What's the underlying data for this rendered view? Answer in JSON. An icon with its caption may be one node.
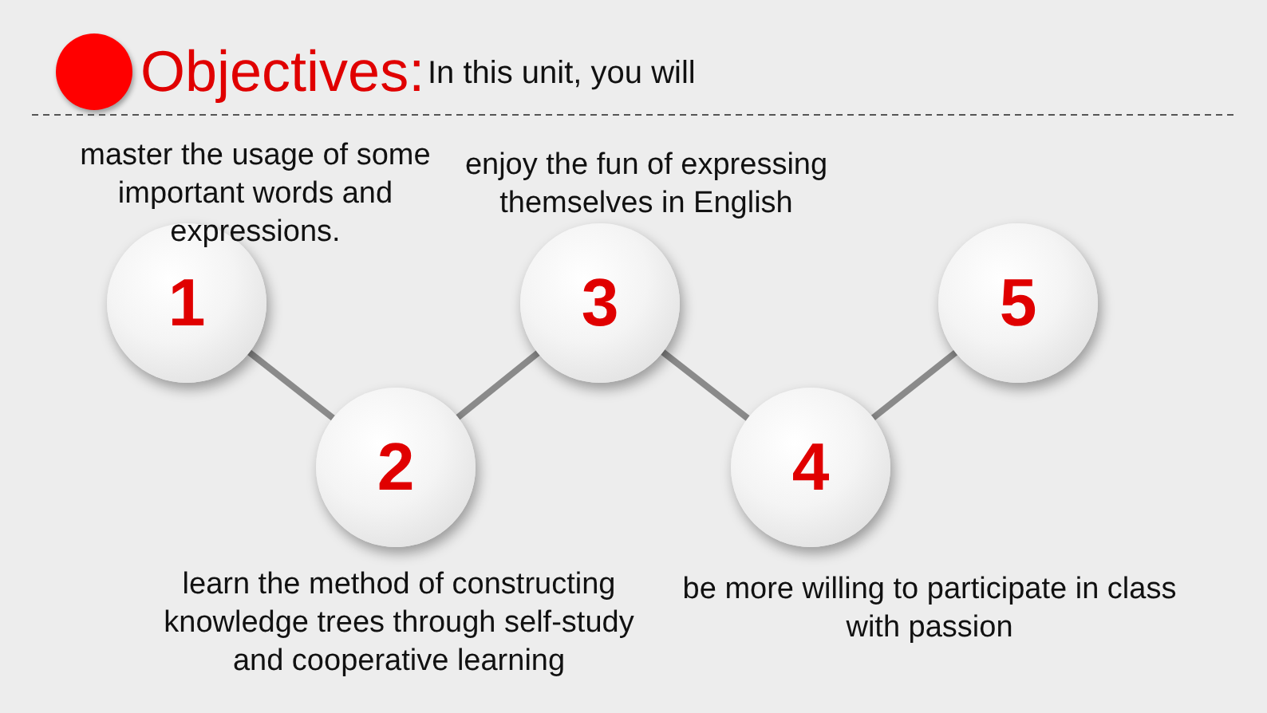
{
  "diagram": {
    "title": "Objectives:",
    "nodes": [
      {
        "text": [
          "1"
        ],
        "beside": [
          "master the usage of some important words and expressions."
        ]
      },
      {
        "text": [
          "2"
        ],
        "beside": [
          "learn the method of constructing knowledge trees through self-study and cooperative learning"
        ]
      },
      {
        "text": [
          "3"
        ],
        "beside": [
          "enjoy the fun of expressing themselves in English"
        ]
      },
      {
        "text": [
          "4"
        ],
        "beside": [
          "be more willing to participate in class with passion"
        ]
      },
      {
        "text": [
          "5"
        ]
      }
    ],
    "edges": [
      {
        "from": 0,
        "to": 1,
        "arrow": "none"
      },
      {
        "from": 1,
        "to": 2,
        "arrow": "none"
      },
      {
        "from": 2,
        "to": 3,
        "arrow": "none"
      },
      {
        "from": 3,
        "to": 4,
        "arrow": "none"
      }
    ],
    "labels": [
      "In this unit, you will"
    ]
  }
}
